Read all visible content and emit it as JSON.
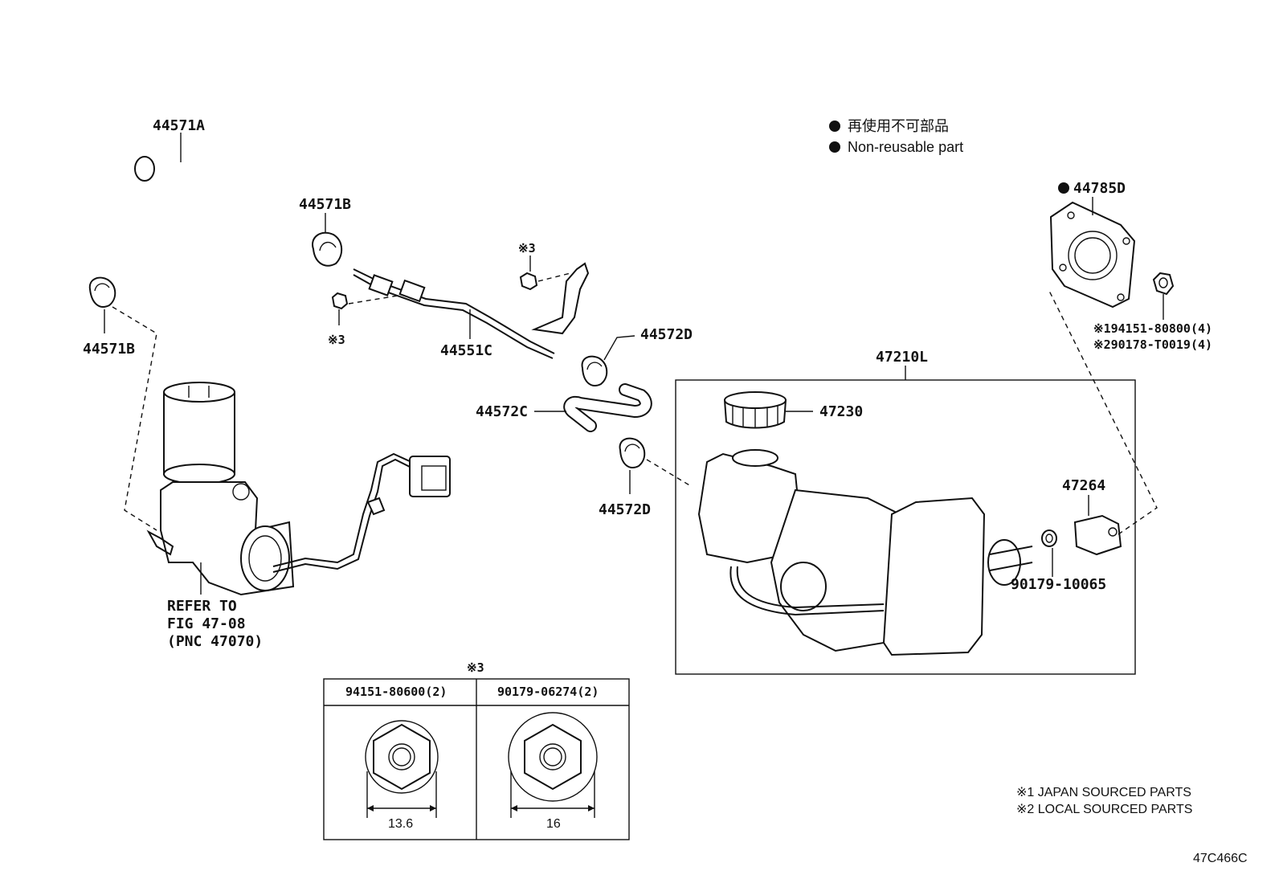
{
  "labels": {
    "hose_a": "44571A",
    "clamp_b_upper": "44571B",
    "clamp_b_lower": "44571B",
    "tube_c": "44551C",
    "note3_upper": "※3",
    "note3_lower": "※3",
    "clamp_d_upper": "44572D",
    "hose_c": "44572C",
    "clamp_d_lower": "44572D",
    "gasket": "44785D",
    "bolt_note_1": "※194151-80800(4)",
    "bolt_note_2": "※290178-T0019(4)",
    "booster_assy": "47210L",
    "cap": "47230",
    "bracket": "47264",
    "grommet": "90179-10065",
    "refer_1": "REFER TO",
    "refer_2": "FIG 47-08",
    "refer_3": "(PNC 47070)"
  },
  "legend": {
    "jp": "再使用不可部品",
    "en": "Non-reusable part"
  },
  "table": {
    "header_note": "※3",
    "col1": "94151-80600(2)",
    "col2": "90179-06274(2)",
    "dim1": "13.6",
    "dim2": "16"
  },
  "footnotes": {
    "note1": "※1 JAPAN SOURCED PARTS",
    "note2": "※2 LOCAL SOURCED PARTS"
  },
  "figure_code": "47C466C"
}
